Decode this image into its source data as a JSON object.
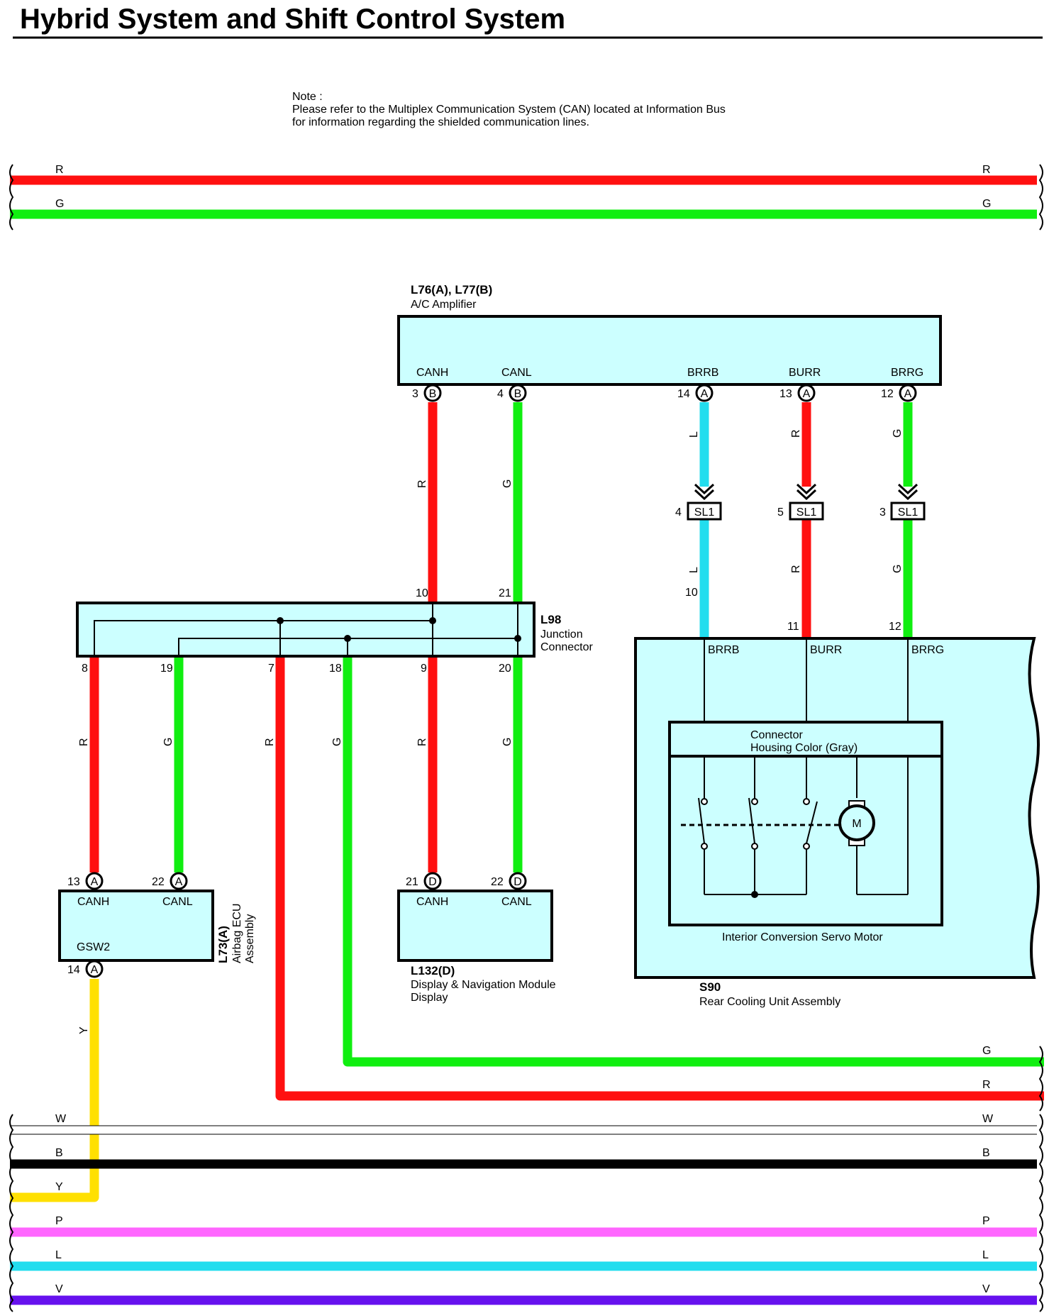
{
  "title": "Hybrid System and Shift Control System",
  "note": {
    "heading": "Note :",
    "line1": "Please refer to the Multiplex Communication System (CAN)  located  at  Information Bus",
    "line2": "for information regarding the shielded communication lines."
  },
  "colors": {
    "R": "#ff1010",
    "G": "#10ee10",
    "L": "#22ddee",
    "Y": "#ffe000",
    "W": "#ffffff",
    "B": "#000000",
    "P": "#ff66ff",
    "V": "#6611ee",
    "box_fill": "#ccffff"
  },
  "components": {
    "ac_amp": {
      "code": "L76(A), L77(B)",
      "name": "A/C Amplifier",
      "pins": [
        {
          "name": "CANH",
          "num": "3",
          "conn": "B"
        },
        {
          "name": "CANL",
          "num": "4",
          "conn": "B"
        },
        {
          "name": "BRRB",
          "num": "14",
          "conn": "A"
        },
        {
          "name": "BURR",
          "num": "13",
          "conn": "A"
        },
        {
          "name": "BRRG",
          "num": "12",
          "conn": "A"
        }
      ]
    },
    "l98": {
      "code": "L98",
      "name1": "Junction",
      "name2": "Connector",
      "top_pins": [
        "10",
        "21"
      ],
      "bottom_pins": [
        "8",
        "19",
        "7",
        "18",
        "9",
        "20"
      ]
    },
    "sl1": {
      "label": "SL1",
      "pins": [
        "4",
        "5",
        "3"
      ]
    },
    "s90": {
      "code": "S90",
      "name": "Rear Cooling Unit Assembly",
      "pins": [
        {
          "name": "BRRB",
          "num": "10"
        },
        {
          "name": "BURR",
          "num": "11"
        },
        {
          "name": "BRRG",
          "num": "12"
        }
      ],
      "connector_line1": "Connector",
      "connector_line2": "Housing Color (Gray)",
      "motor_label": "M",
      "servo_name": "Interior Conversion Servo Motor"
    },
    "l73": {
      "code": "L73(A)",
      "name1": "Airbag ECU",
      "name2": "Assembly",
      "pins": [
        {
          "name": "CANH",
          "num": "13",
          "conn": "A"
        },
        {
          "name": "CANL",
          "num": "22",
          "conn": "A"
        }
      ],
      "gsw2": {
        "name": "GSW2",
        "num": "14",
        "conn": "A"
      }
    },
    "l132": {
      "code": "L132(D)",
      "name1": "Display & Navigation Module",
      "name2": "Display",
      "pins": [
        {
          "name": "CANH",
          "num": "21",
          "conn": "D"
        },
        {
          "name": "CANL",
          "num": "22",
          "conn": "D"
        }
      ]
    }
  },
  "wire_labels": {
    "top_bus": [
      "R",
      "G"
    ],
    "bottom_bus": [
      "W",
      "B",
      "Y",
      "P",
      "L",
      "V"
    ],
    "mid_right": [
      "G",
      "R"
    ],
    "amp_to_l98": [
      "R",
      "G"
    ],
    "amp_to_sl1": [
      "L",
      "R",
      "G"
    ],
    "sl1_to_s90": [
      "L",
      "R",
      "G"
    ],
    "l98_down": [
      "R",
      "G",
      "R",
      "G",
      "R",
      "G"
    ],
    "l73_down": "Y"
  }
}
